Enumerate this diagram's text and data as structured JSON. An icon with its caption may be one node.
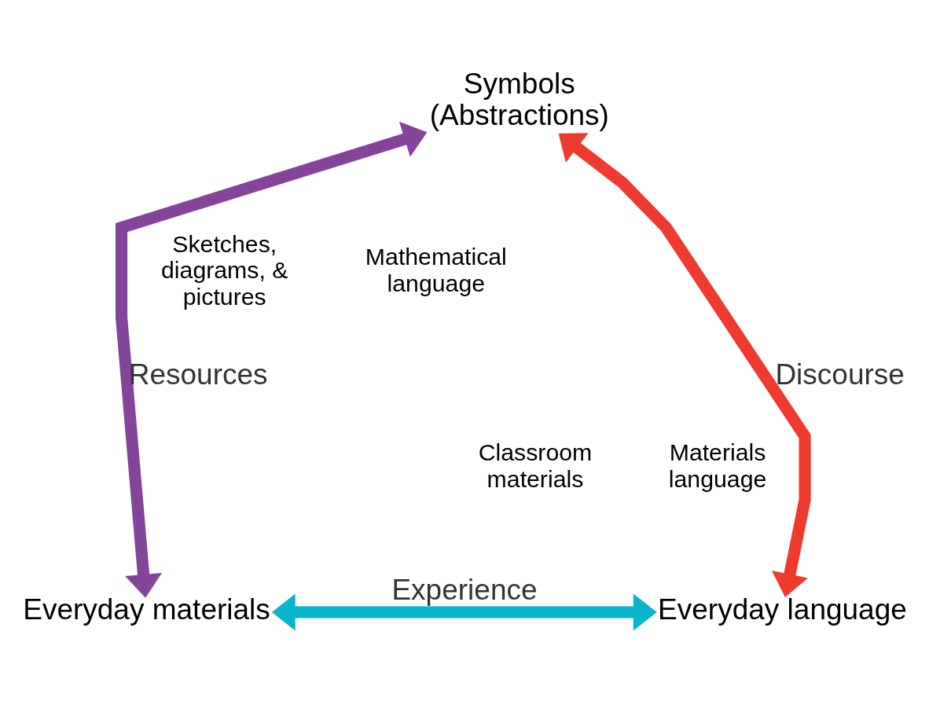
{
  "diagram": {
    "nodes": [
      {
        "text": [
          "Symbols",
          "(Abstractions)"
        ]
      },
      {
        "text": [
          "Everyday materials"
        ]
      },
      {
        "text": [
          "Everyday language"
        ]
      }
    ],
    "edges": [
      {
        "from": 1,
        "to": 0,
        "arrow": "both",
        "label": "Resources",
        "color": "#84449a"
      },
      {
        "from": 0,
        "to": 2,
        "arrow": "both",
        "label": "Discourse",
        "color": "#ee3a2f"
      },
      {
        "from": 1,
        "to": 2,
        "arrow": "both",
        "label": "Experience",
        "color": "#08b5cc"
      }
    ],
    "labels": [
      "Sketches, diagrams, & pictures",
      "Mathematical language",
      "Classroom materials",
      "Materials language"
    ]
  }
}
